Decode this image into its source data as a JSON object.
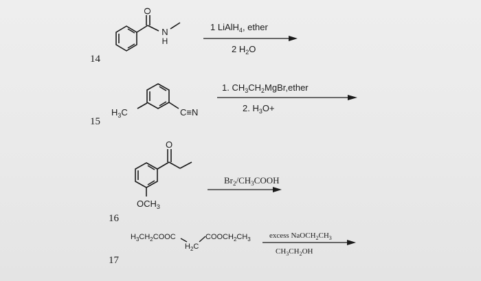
{
  "problems": [
    {
      "number": "14",
      "atoms": {
        "oxygen": "O",
        "nitrogen": "N",
        "hydrogen": "H"
      },
      "reagents": {
        "step1": {
          "prefix": "1 LiAlH",
          "sub": "4",
          "suffix": ", ether"
        },
        "step2": {
          "prefix": "2 H",
          "sub": "2",
          "suffix": "O"
        }
      }
    },
    {
      "number": "15",
      "substituents": {
        "methyl": {
          "prefix": "H",
          "sub": "3",
          "suffix": "C"
        },
        "nitrile": "C≡N"
      },
      "reagents": {
        "step1": {
          "a": "1. CH",
          "s1": "3",
          "b": "CH",
          "s2": "2",
          "c": "MgBr,ether"
        },
        "step2": {
          "a": "2. H",
          "s1": "3",
          "b": "O+"
        }
      }
    },
    {
      "number": "16",
      "atoms": {
        "oxygen": "O"
      },
      "substituents": {
        "methoxy": {
          "prefix": "OCH",
          "sub": "3"
        }
      },
      "reagents": {
        "step1": {
          "a": "Br",
          "s1": "2",
          "b": "/CH",
          "s2": "3",
          "c": "COOH"
        }
      }
    },
    {
      "number": "17",
      "compound": {
        "left": {
          "a": "H",
          "s1": "3",
          "b": "CH",
          "s2": "2",
          "c": "COOC"
        },
        "middle": {
          "a": "H",
          "s1": "2",
          "b": "C"
        },
        "right": {
          "a": "COOCH",
          "s1": "2",
          "b": "CH",
          "s2": "3"
        }
      },
      "reagents": {
        "step1": {
          "a": "excess NaOCH",
          "s1": "2",
          "b": "CH",
          "s2": "3"
        },
        "step2": {
          "a": "CH",
          "s1": "3",
          "b": "CH",
          "s2": "2",
          "c": "OH"
        }
      }
    }
  ]
}
